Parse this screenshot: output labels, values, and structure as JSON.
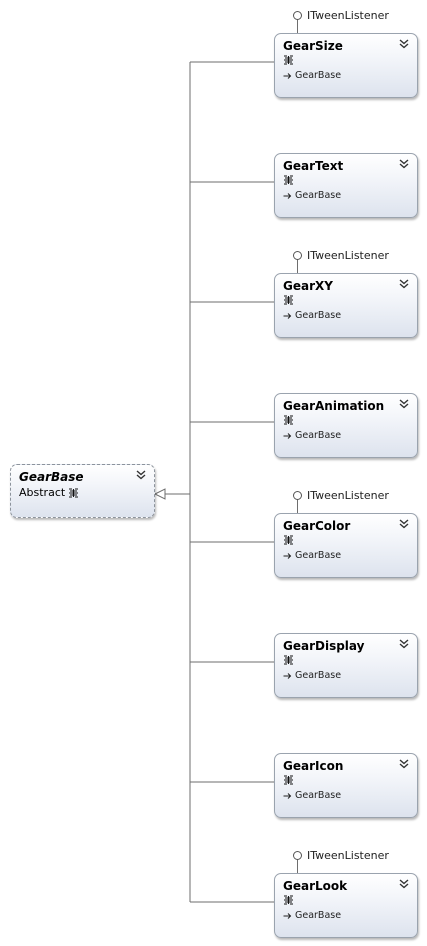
{
  "base_class": {
    "name": "GearBase",
    "stereotype": "Abstract",
    "icon": "class-icon",
    "collapse_icon": "chevron-double-down-icon"
  },
  "classes": [
    {
      "name": "GearSize",
      "base": "GearBase",
      "interface": "ITweenListener"
    },
    {
      "name": "GearText",
      "base": "GearBase",
      "interface": ""
    },
    {
      "name": "GearXY",
      "base": "GearBase",
      "interface": "ITweenListener"
    },
    {
      "name": "GearAnimation",
      "base": "GearBase",
      "interface": ""
    },
    {
      "name": "GearColor",
      "base": "GearBase",
      "interface": "ITweenListener"
    },
    {
      "name": "GearDisplay",
      "base": "GearBase",
      "interface": ""
    },
    {
      "name": "GearIcon",
      "base": "GearBase",
      "interface": ""
    },
    {
      "name": "GearLook",
      "base": "GearBase",
      "interface": "ITweenListener"
    }
  ],
  "colors": {
    "border": "#9aa3ae",
    "gradient_bottom": "#dde3ee",
    "line": "#6e6e6e"
  }
}
